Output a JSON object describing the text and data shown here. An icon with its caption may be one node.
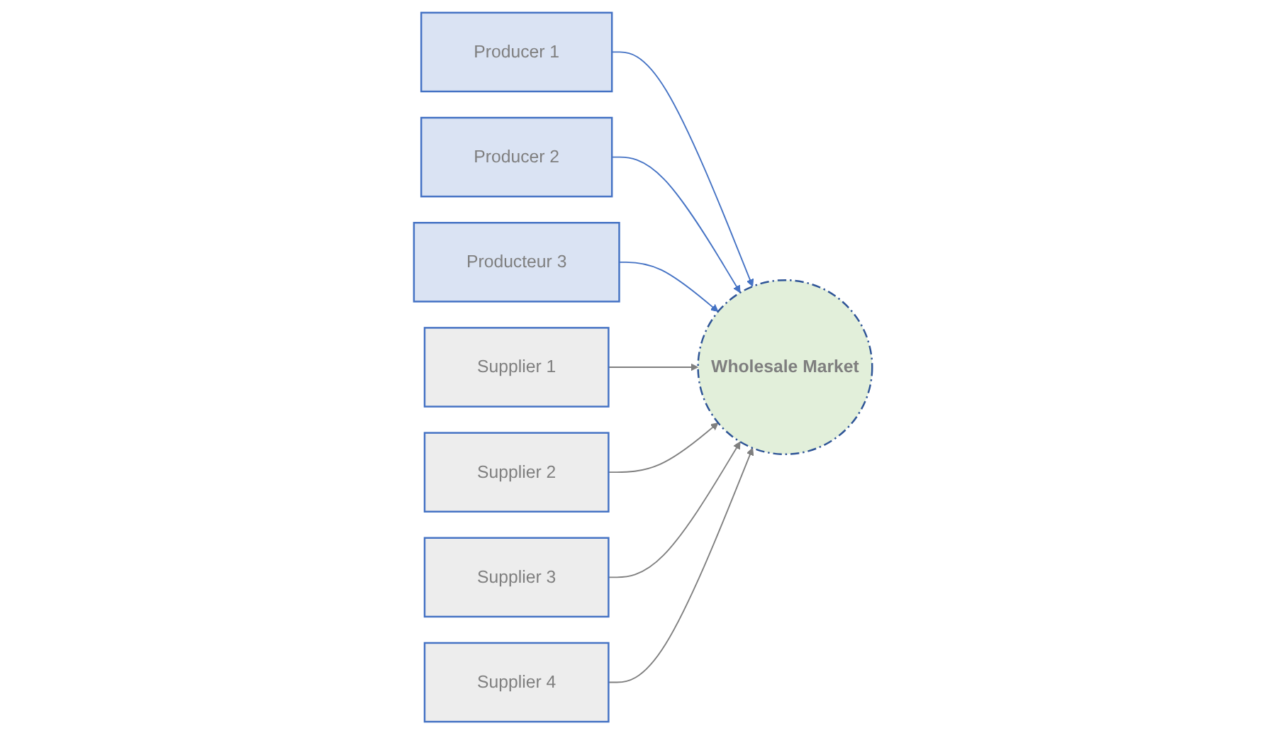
{
  "diagram": {
    "nodes": [
      {
        "text": [
          "Producer 1"
        ]
      },
      {
        "text": [
          "Producer 2"
        ]
      },
      {
        "text": [
          "Producteur 3"
        ]
      },
      {
        "text": [
          "Wholesale Market"
        ]
      },
      {
        "text": [
          "Supplier 1"
        ]
      },
      {
        "text": [
          "Supplier 2"
        ]
      },
      {
        "text": [
          "Supplier 3"
        ]
      },
      {
        "text": [
          "Supplier 4"
        ]
      }
    ],
    "edges": [
      {
        "from": 0,
        "to": 3,
        "arrow": "to",
        "color": "#4472c4"
      },
      {
        "from": 1,
        "to": 3,
        "arrow": "to",
        "color": "#4472c4"
      },
      {
        "from": 2,
        "to": 3,
        "arrow": "to",
        "color": "#4472c4"
      },
      {
        "from": 4,
        "to": 3,
        "arrow": "to"
      },
      {
        "from": 5,
        "to": 3,
        "arrow": "to"
      },
      {
        "from": 6,
        "to": 3,
        "arrow": "to"
      },
      {
        "from": 7,
        "to": 3,
        "arrow": "to"
      }
    ]
  }
}
